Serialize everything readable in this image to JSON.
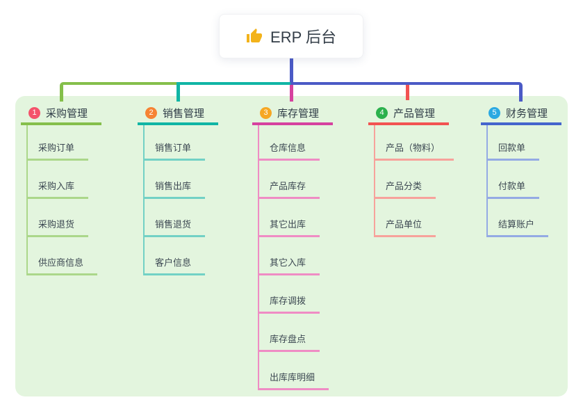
{
  "root": {
    "title": "ERP 后台",
    "icon": "thumbs-up"
  },
  "branches": [
    {
      "badge": "1",
      "title": "采购管理",
      "badge_color": "#f4536b",
      "line_color": "#85bf4b",
      "child_line_color": "#abd78a",
      "children": [
        "采购订单",
        "采购入库",
        "采购退货",
        "供应商信息"
      ]
    },
    {
      "badge": "2",
      "title": "销售管理",
      "badge_color": "#f68334",
      "line_color": "#10b5a5",
      "child_line_color": "#72d1c5",
      "children": [
        "销售订单",
        "销售出库",
        "销售退货",
        "客户信息"
      ]
    },
    {
      "badge": "3",
      "title": "库存管理",
      "badge_color": "#f6a723",
      "line_color": "#d6429f",
      "child_line_color": "#ef8cc4",
      "children": [
        "仓库信息",
        "产品库存",
        "其它出库",
        "其它入库",
        "库存调拨",
        "库存盘点",
        "出库库明细"
      ]
    },
    {
      "badge": "4",
      "title": "产品管理",
      "badge_color": "#2cb14d",
      "line_color": "#f25352",
      "child_line_color": "#f7a29b",
      "children": [
        "产品（物料）",
        "产品分类",
        "产品单位"
      ]
    },
    {
      "badge": "5",
      "title": "财务管理",
      "badge_color": "#2ba9e2",
      "line_color": "#4565cd",
      "child_line_color": "#94aae4",
      "children": [
        "回款单",
        "付款单",
        "结算账户"
      ]
    }
  ],
  "colors": {
    "panel_bg": "#e3f5de",
    "connector_blue": "#4b5ac6",
    "thumb_yellow": "#f3b31b",
    "title_text": "#2e3b46",
    "child_text": "#3c4852"
  }
}
